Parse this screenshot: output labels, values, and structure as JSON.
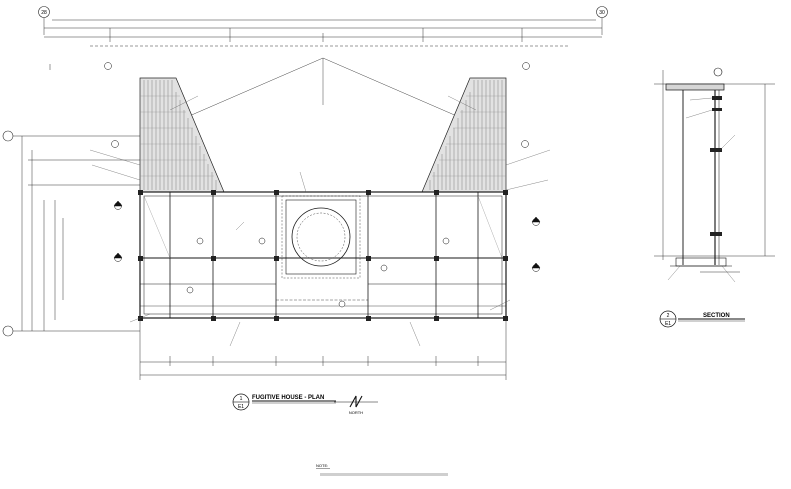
{
  "grid": {
    "left": "28",
    "right": "30"
  },
  "plan": {
    "view_number": "1",
    "sheet_ref": "E1",
    "title": "FUGITIVE HOUSE - PLAN",
    "north": "NORTH"
  },
  "section": {
    "view_number": "2",
    "sheet_ref": "E1",
    "title": "SECTION"
  },
  "notes": {
    "heading": "NOTE:"
  }
}
